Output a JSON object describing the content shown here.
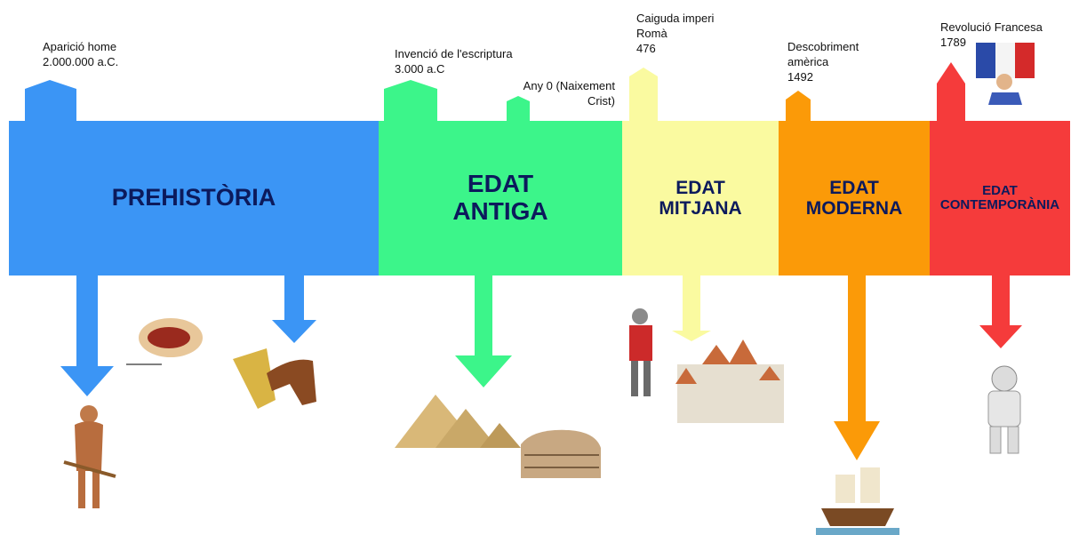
{
  "eras": [
    {
      "label_lines": [
        "PREHISTÒRIA"
      ],
      "color": "#3b95f5"
    },
    {
      "label_lines": [
        "EDAT",
        "ANTIGA"
      ],
      "color": "#3cf58a"
    },
    {
      "label_lines": [
        "EDAT",
        "MITJANA"
      ],
      "color": "#fafaa0"
    },
    {
      "label_lines": [
        "EDAT",
        "MODERNA"
      ],
      "color": "#fb9a08"
    },
    {
      "label_lines": [
        "EDAT",
        "CONTEMPORÀNIA"
      ],
      "color": "#f53b3b"
    }
  ],
  "events": [
    {
      "lines": [
        "Aparició home",
        "2.000.000  a.C."
      ]
    },
    {
      "lines": [
        "Invenció  de  l'escriptura",
        "3.000  a.C"
      ]
    },
    {
      "lines": [
        "Any 0 (Naixement",
        "Crist)"
      ]
    },
    {
      "lines": [
        "Caiguda  imperi",
        "Romà",
        "476"
      ]
    },
    {
      "lines": [
        "Descobriment",
        "amèrica",
        "1492"
      ]
    },
    {
      "lines": [
        "Revolució  Francesa",
        "1789"
      ]
    }
  ],
  "illustrations": [
    {
      "icon": "caveman-icon"
    },
    {
      "icon": "cave-painting-bison-icon"
    },
    {
      "icon": "wheat-and-horse-icon"
    },
    {
      "icon": "pyramids-icon"
    },
    {
      "icon": "colosseum-icon"
    },
    {
      "icon": "medieval-knight-icon"
    },
    {
      "icon": "castle-icon"
    },
    {
      "icon": "caravel-ship-icon"
    },
    {
      "icon": "french-flag-liberty-icon"
    },
    {
      "icon": "astronaut-icon"
    }
  ]
}
